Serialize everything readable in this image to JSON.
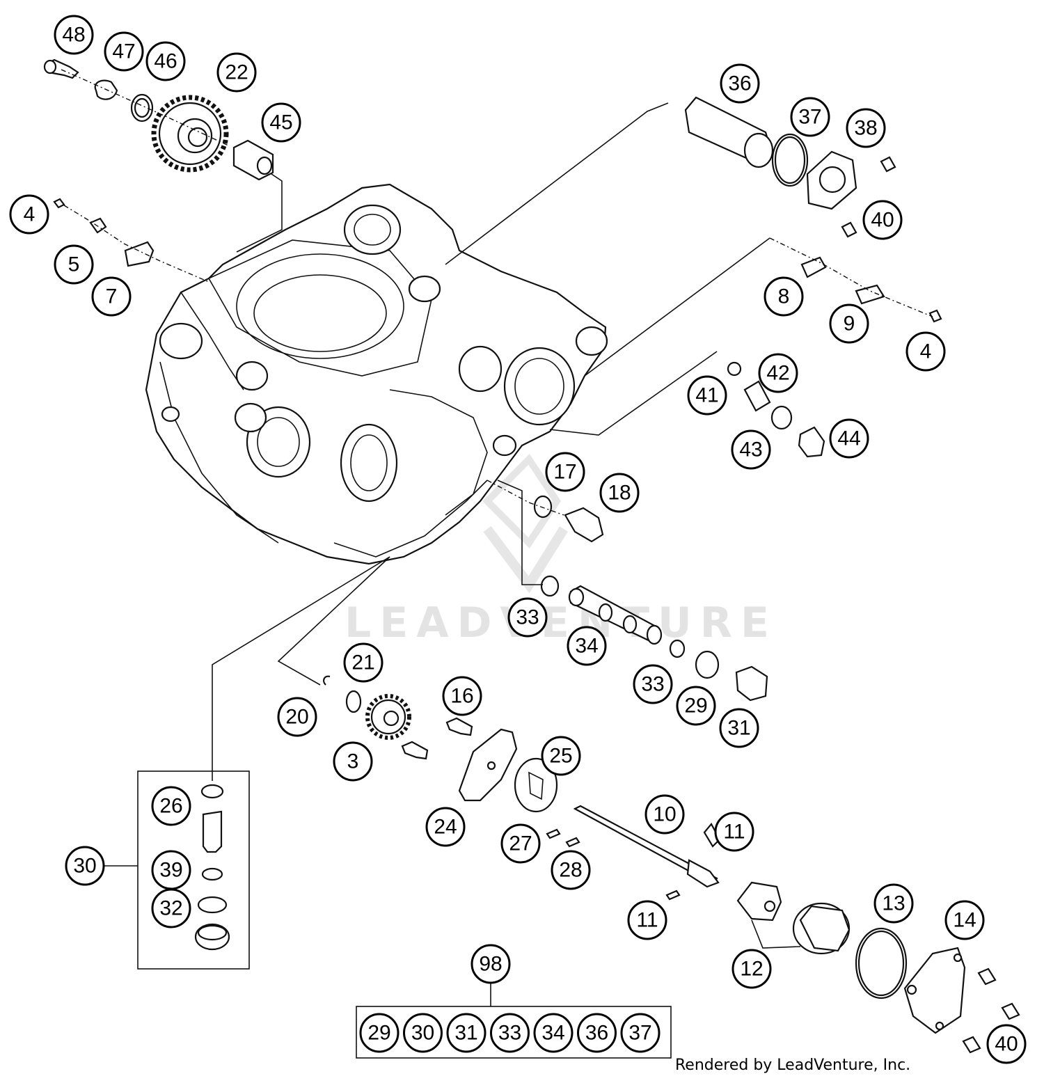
{
  "callouts": {
    "c48": "48",
    "c47": "47",
    "c46": "46",
    "c22": "22",
    "c45": "45",
    "c4a": "4",
    "c5": "5",
    "c7": "7",
    "c36": "36",
    "c37a": "37",
    "c38": "38",
    "c40a": "40",
    "c8": "8",
    "c9": "9",
    "c4b": "4",
    "c41": "41",
    "c42": "42",
    "c43": "43",
    "c44": "44",
    "c17": "17",
    "c18": "18",
    "c33a": "33",
    "c34a": "34",
    "c33b": "33",
    "c29a": "29",
    "c31a": "31",
    "c21": "21",
    "c20": "20",
    "c3": "3",
    "c16": "16",
    "c25": "25",
    "c24": "24",
    "c10": "10",
    "c11a": "11",
    "c27": "27",
    "c28": "28",
    "c11b": "11",
    "c12": "12",
    "c13": "13",
    "c14": "14",
    "c40b": "40",
    "c26": "26",
    "c30a": "30",
    "c39": "39",
    "c32": "32",
    "c98": "98"
  },
  "kit98": [
    "29",
    "30",
    "31",
    "33",
    "34",
    "36",
    "37"
  ],
  "watermark": "LEADVENTURE",
  "credit": "Rendered by LeadVenture, Inc."
}
